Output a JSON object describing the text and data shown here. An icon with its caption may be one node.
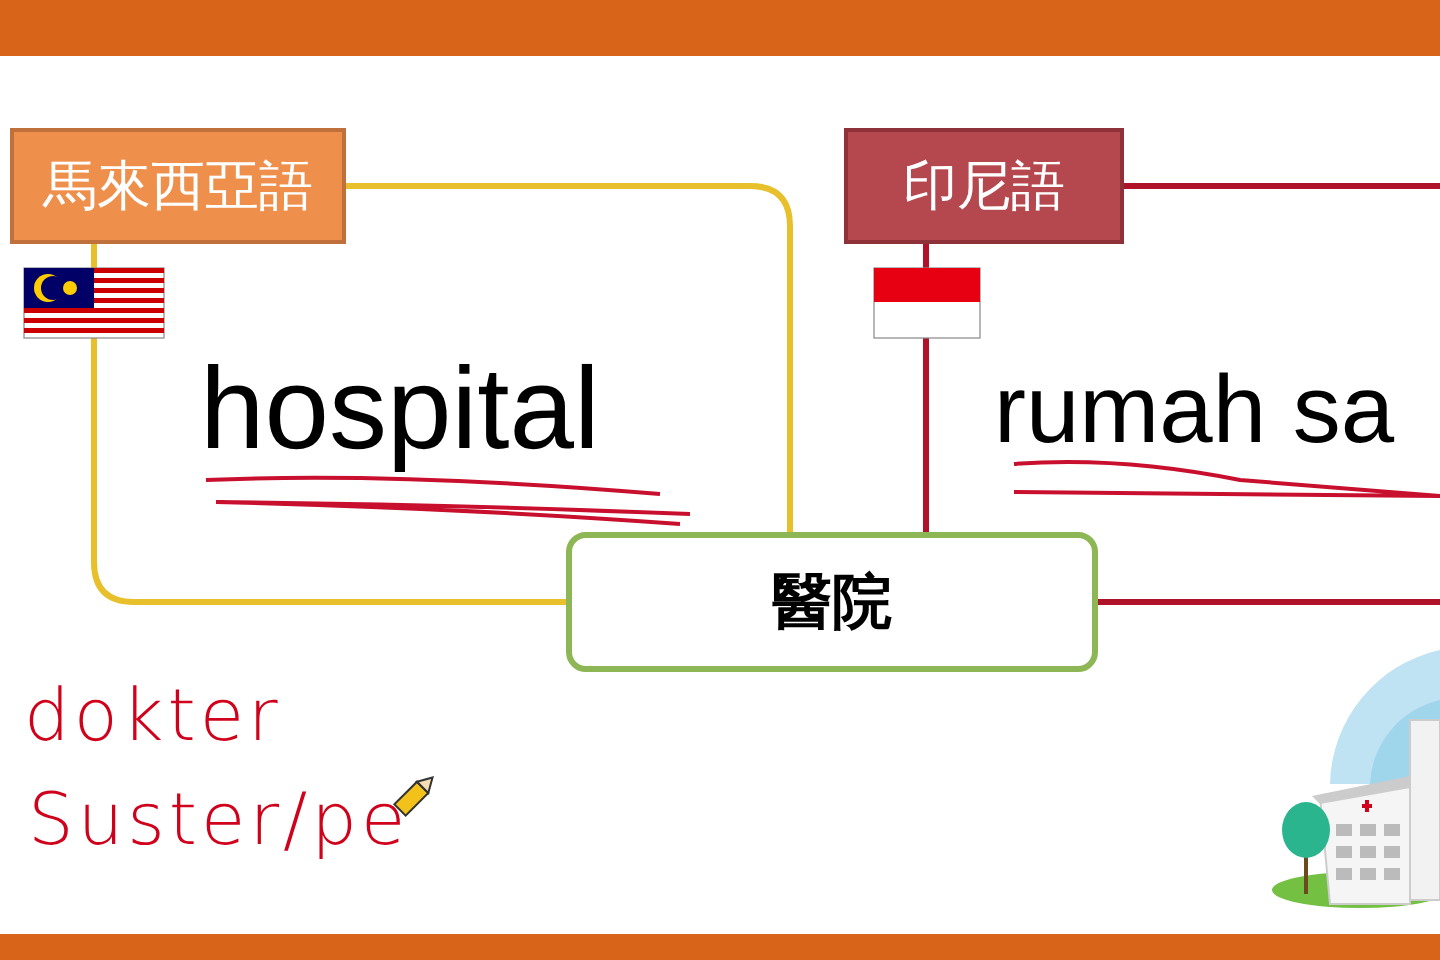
{
  "diagram": {
    "nodes": [
      {
        "text": [
          "馬來西亞語"
        ]
      },
      {
        "text": [
          "hospital"
        ]
      },
      {
        "text": [
          "印尼語"
        ]
      },
      {
        "text": [
          "rumah sa"
        ]
      },
      {
        "text": [
          "醫院"
        ]
      }
    ],
    "edges": [
      {
        "from": 0,
        "to": 4,
        "arrow": "none",
        "color": "#e8c02c"
      },
      {
        "from": 0,
        "to": 4,
        "arrow": "none",
        "color": "#e8c02c"
      },
      {
        "from": 2,
        "to": 4,
        "arrow": "none",
        "color": "#b0122a"
      },
      {
        "from": 4,
        "to": null,
        "arrow": "none",
        "color": "#b0122a"
      },
      {
        "from": 2,
        "to": null,
        "arrow": "none",
        "color": "#b0122a"
      }
    ],
    "labels": [
      "dokter",
      "Suster/pe"
    ]
  }
}
